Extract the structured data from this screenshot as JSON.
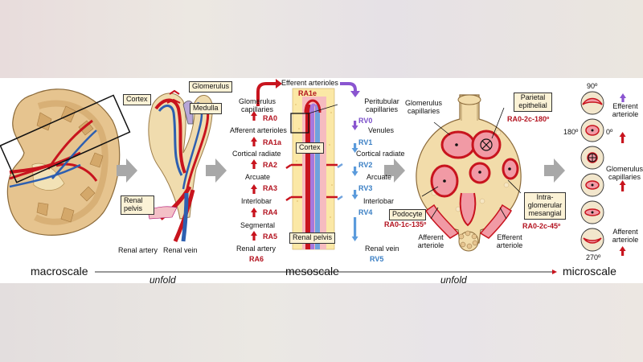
{
  "panel1": {
    "cortex": "Cortex",
    "glomerulus": "Glomerulus",
    "medulla": "Medulla",
    "renal_pelvis": "Renal pelvis",
    "renal_artery": "Renal artery",
    "renal_vein": "Renal vein"
  },
  "panel2": {
    "efferent_arterioles": "Efferent arterioles",
    "ra1e": "RA1e",
    "arterial": [
      {
        "label": "Glomerulus capillaries",
        "code": "RA0"
      },
      {
        "label": "Afferent arterioles",
        "code": "RA1a"
      },
      {
        "label": "Cortical radiate",
        "code": "RA2"
      },
      {
        "label": "Arcuate",
        "code": "RA3"
      },
      {
        "label": "Interlobar",
        "code": "RA4"
      },
      {
        "label": "Segmental",
        "code": "RA5"
      },
      {
        "label": "Renal artery",
        "code": "RA6"
      }
    ],
    "venous": [
      {
        "label": "Peritubular capillaries",
        "code": "RV0"
      },
      {
        "label": "Venules",
        "code": "RV1"
      },
      {
        "label": "Cortical radiate",
        "code": "RV2"
      },
      {
        "label": "Arcuate",
        "code": "RV3"
      },
      {
        "label": "Interlobar",
        "code": "RV4"
      },
      {
        "label": "Renal vein",
        "code": "RV5"
      }
    ],
    "cortex": "Cortex",
    "renal_pelvis": "Renal pelvis"
  },
  "panel3": {
    "glomerulus_capillaries": "Glomerulus capillaries",
    "parietal_epithelial": "Parietal epithelial",
    "parietal_code": "RA0-2c-180º",
    "intra_glomerular_mesangial": "Intra- glomerular mesangial",
    "mesangial_code": "RA0-2c-45º",
    "podocyte": "Podocyte",
    "podocyte_code": "RA0-1c-135º",
    "afferent_arteriole": "Afferent arteriole",
    "efferent_arteriole": "Efferent arteriole"
  },
  "panel4": {
    "angle_90": "90º",
    "angle_180": "180º",
    "angle_0": "0º",
    "angle_270": "270º",
    "efferent_arteriole": "Efferent arteriole",
    "glomerulus_capillaries": "Glomerulus capillaries",
    "afferent_arteriole": "Afferent arteriole"
  },
  "scales": {
    "macroscale": "macroscale",
    "unfold1": "unfold",
    "mesoscale": "mesoscale",
    "unfold2": "unfold",
    "microscale": "microscale"
  },
  "colors": {
    "artery": "#c8141e",
    "vein": "#2d5fb0",
    "venous_code": "#3a7fc4",
    "capillary": "#8a55d0",
    "kidney": "#e6c48f",
    "tissue_pink": "#f19aa5"
  }
}
